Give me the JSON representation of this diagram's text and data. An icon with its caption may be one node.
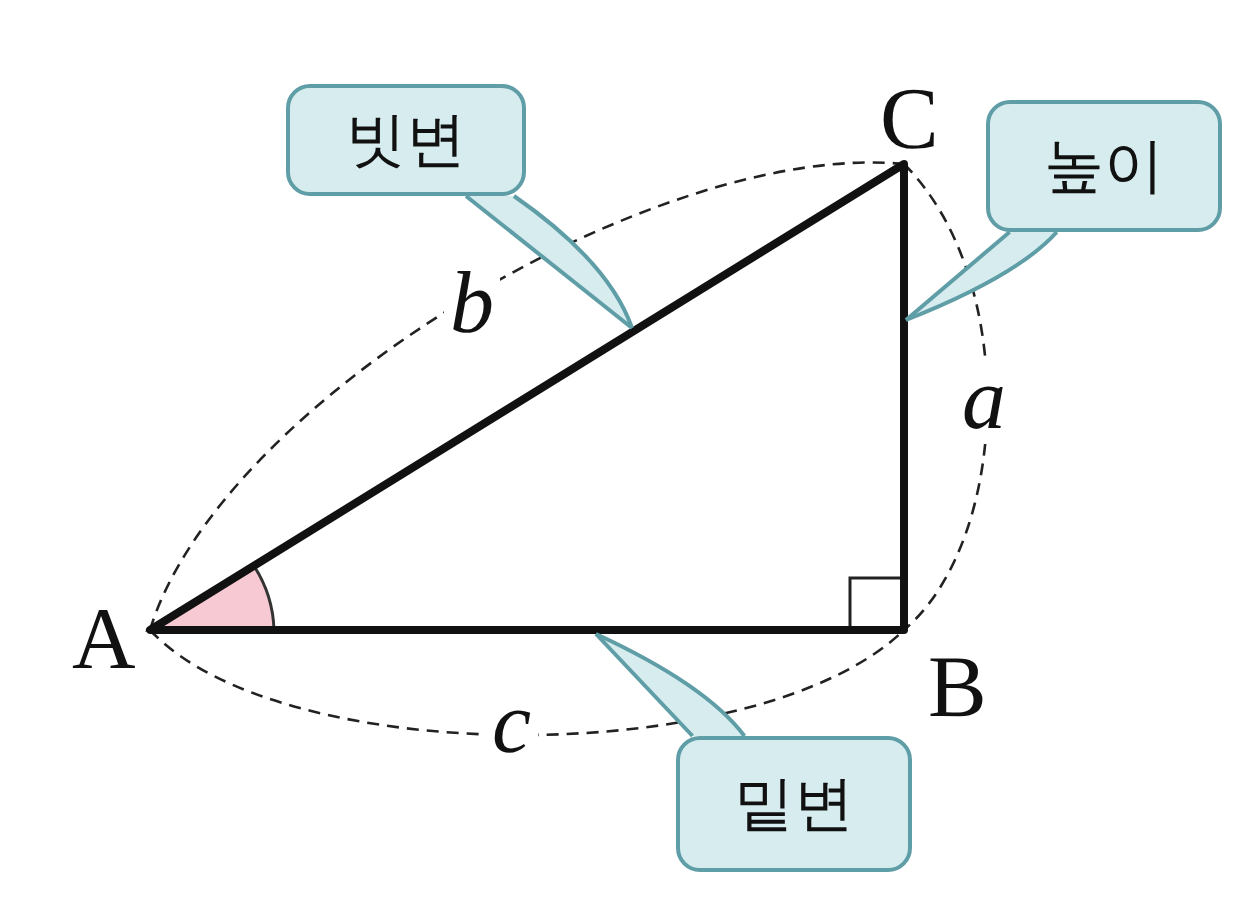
{
  "diagram": {
    "nodes": [
      {
        "text": [
          "빗변"
        ]
      },
      {
        "text": [
          "높이"
        ]
      },
      {
        "text": [
          "밑변"
        ]
      }
    ],
    "edges": [
      {
        "from": 0,
        "to": null,
        "arrow": "none"
      },
      {
        "from": 1,
        "to": null,
        "arrow": "none"
      },
      {
        "from": 2,
        "to": null,
        "arrow": "none"
      }
    ],
    "labels": [
      "C",
      "b",
      "a",
      "A",
      "B",
      "c"
    ]
  }
}
